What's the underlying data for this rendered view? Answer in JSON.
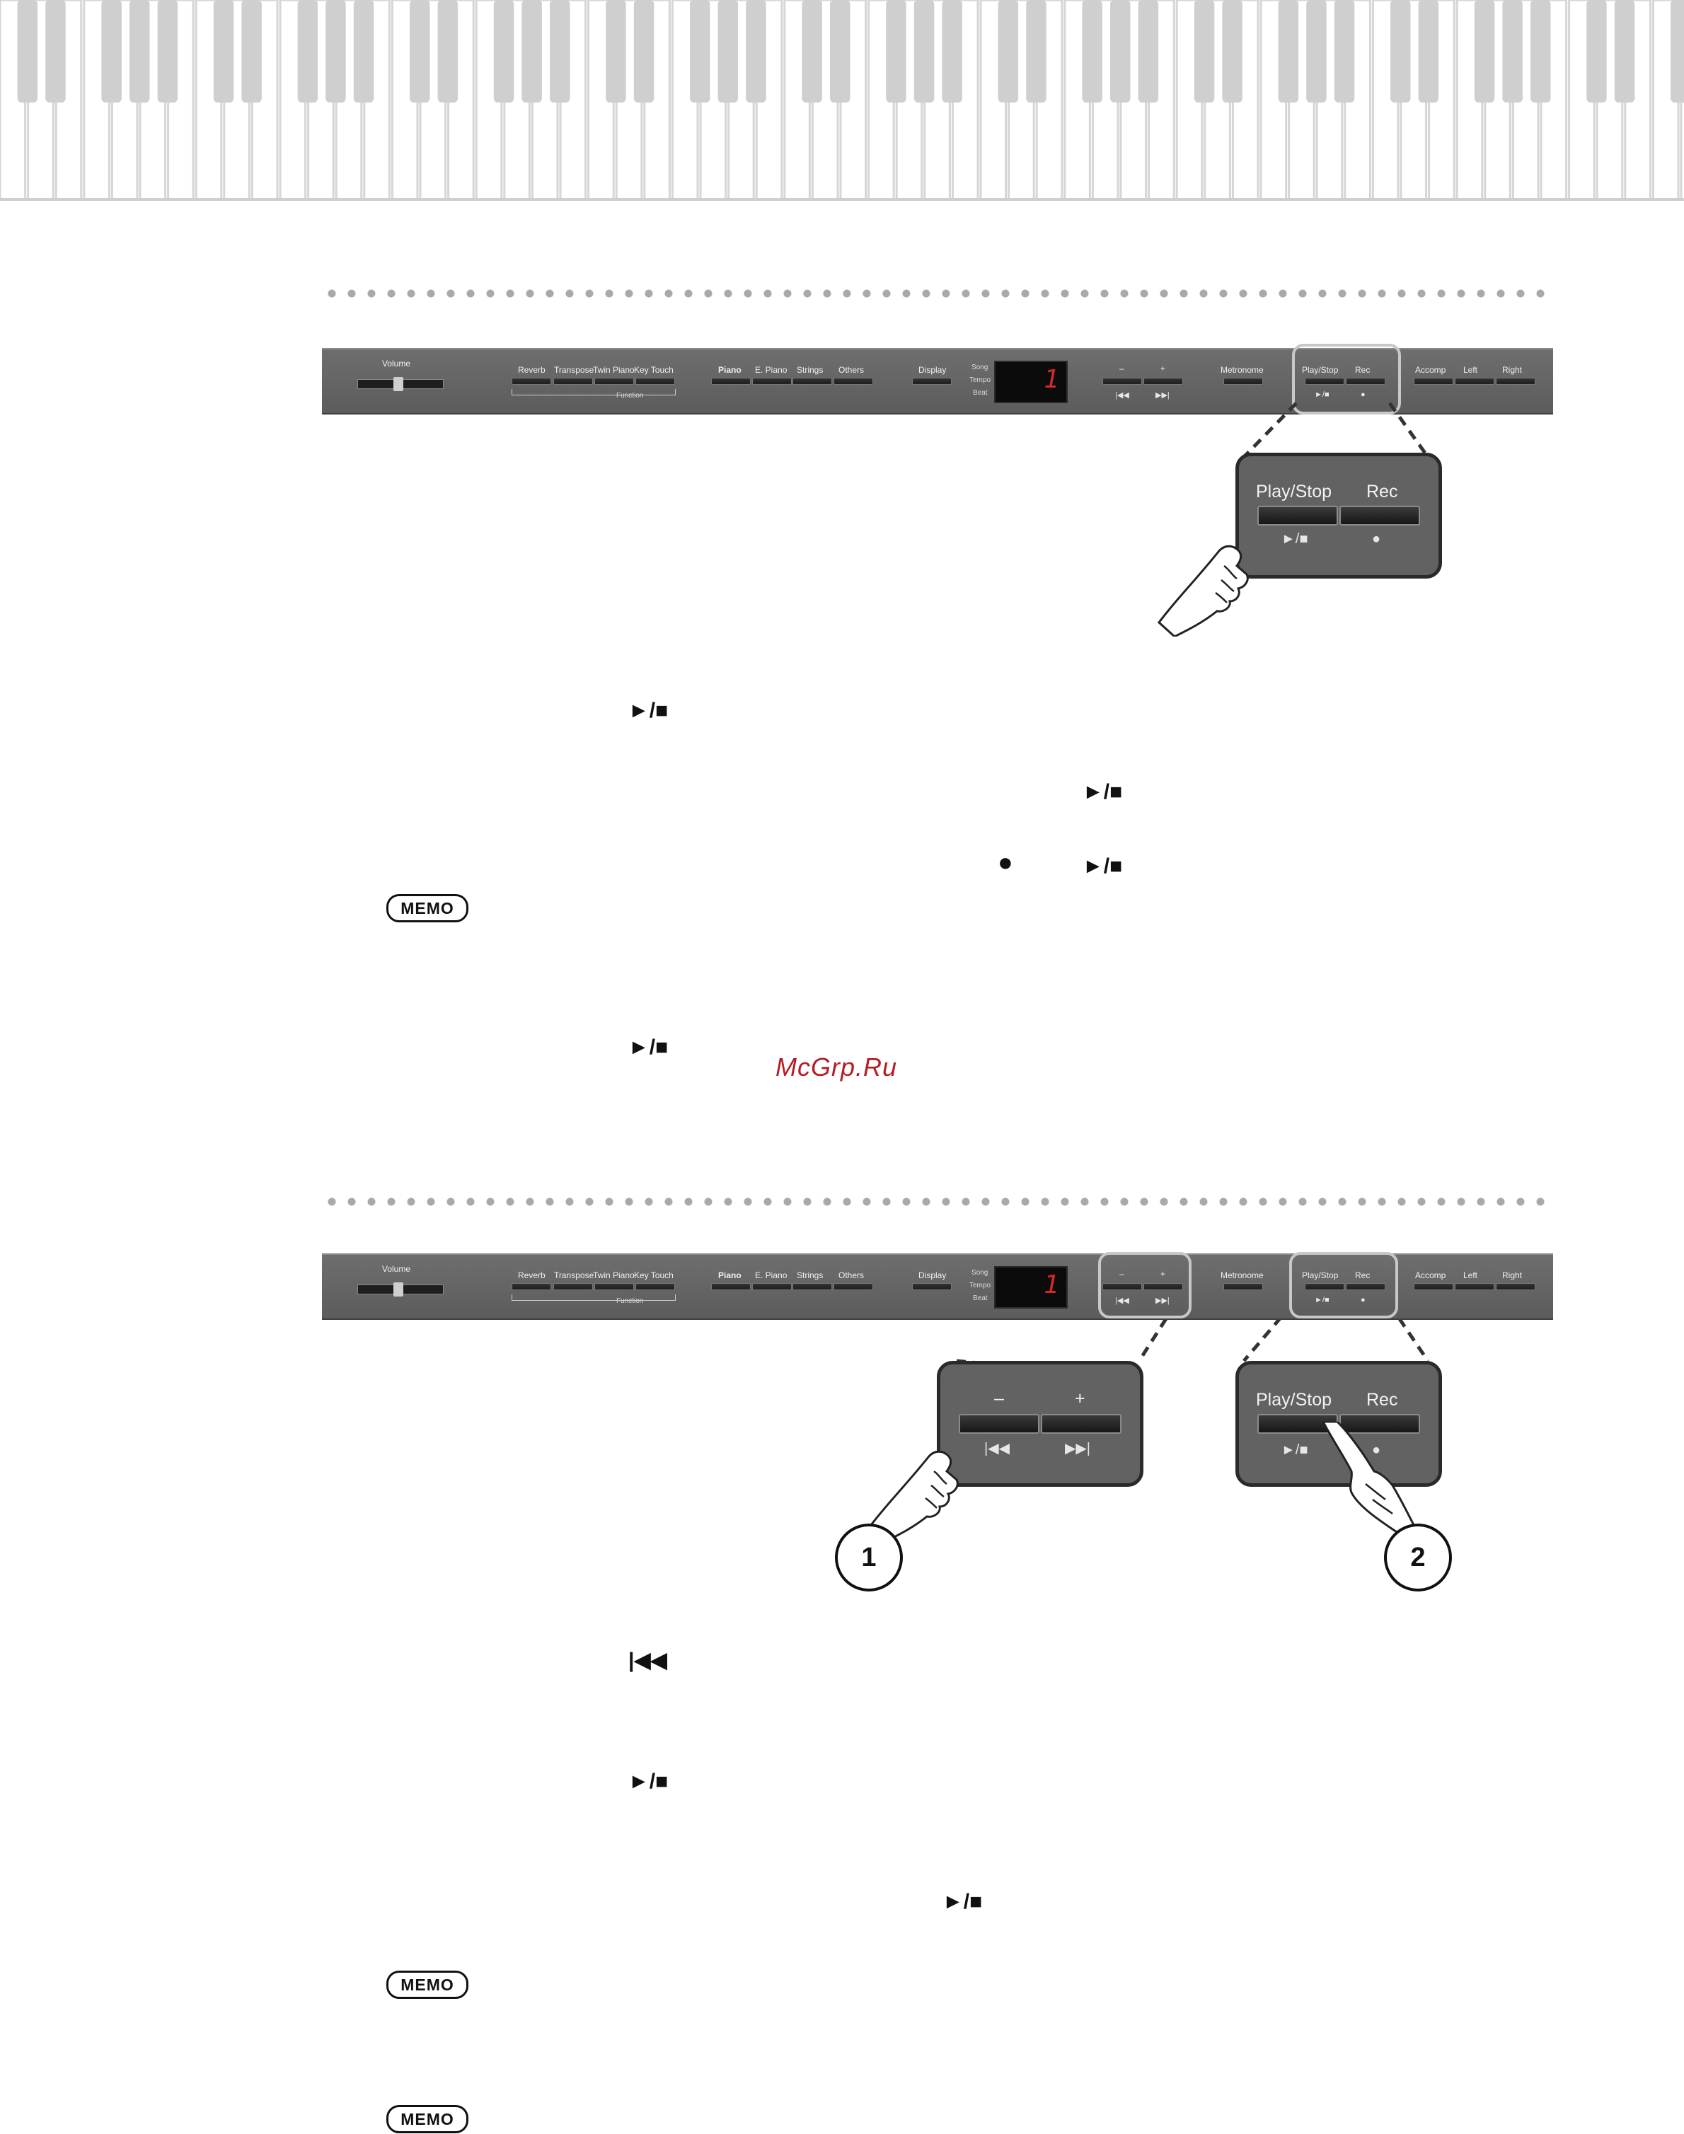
{
  "panel": {
    "volume": "Volume",
    "reverb": "Reverb",
    "transpose": "Transpose",
    "twin_piano": "Twin Piano",
    "key_touch": "Key Touch",
    "piano": "Piano",
    "e_piano": "E. Piano",
    "strings": "Strings",
    "others": "Others",
    "display": "Display",
    "song": "Song",
    "tempo": "Tempo",
    "beat": "Beat",
    "lcd": "1",
    "minus": "–",
    "plus": "+",
    "prev_sym": "|◀◀",
    "next_sym": "▶▶|",
    "metronome": "Metronome",
    "play_stop": "Play/Stop",
    "rec": "Rec",
    "play_sym": "►/■",
    "rec_sym": "●",
    "accomp": "Accomp",
    "left": "Left",
    "right": "Right",
    "function": "Function"
  },
  "zoom1": {
    "play_stop": "Play/Stop",
    "rec": "Rec",
    "play_sym": "►/■",
    "rec_sym": "●"
  },
  "zoom2": {
    "minus": "–",
    "plus": "+",
    "prev_sym": "|◀◀",
    "next_sym": "▶▶|"
  },
  "zoom3": {
    "play_stop": "Play/Stop",
    "rec": "Rec",
    "play_sym": "►/■",
    "rec_sym": "●"
  },
  "steps": {
    "one": "1",
    "two": "2"
  },
  "symbols": {
    "play_stop": "►/■",
    "rec_dot": "●",
    "reset": "|◀◀"
  },
  "memo_label": "MEMO",
  "watermark": "McGrp.Ru",
  "colors": {
    "panel": "#646464",
    "led": "#d22828",
    "watermark": "#b61c24"
  }
}
